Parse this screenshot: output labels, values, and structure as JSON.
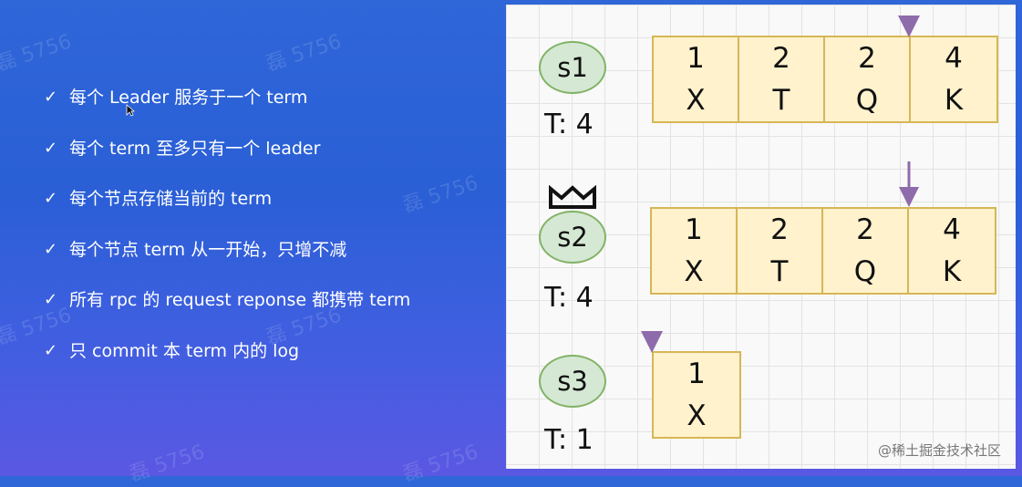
{
  "bullets": [
    "每个 Leader 服务于一个 term",
    "每个 term 至多只有一个 leader",
    "每个节点存储当前的 term",
    "每个节点 term 从一开始，只增不减",
    "所有 rpc 的 request reponse 都携带 term",
    "只 commit 本 term 内的 log"
  ],
  "check_glyph": "✓",
  "watermark": "磊 5756",
  "servers": [
    {
      "name": "s1",
      "term": "T: 4",
      "entries": [
        {
          "term": "1",
          "cmd": "X"
        },
        {
          "term": "2",
          "cmd": "T"
        },
        {
          "term": "2",
          "cmd": "Q"
        },
        {
          "term": "4",
          "cmd": "K"
        }
      ]
    },
    {
      "name": "s2",
      "term": "T: 4",
      "leader": true,
      "entries": [
        {
          "term": "1",
          "cmd": "X"
        },
        {
          "term": "2",
          "cmd": "T"
        },
        {
          "term": "2",
          "cmd": "Q"
        },
        {
          "term": "4",
          "cmd": "K"
        }
      ]
    },
    {
      "name": "s3",
      "term": "T: 1",
      "entries": [
        {
          "term": "1",
          "cmd": "X"
        }
      ]
    }
  ],
  "credit": "@稀土掘金技术社区",
  "colors": {
    "node_fill": "#d5e8d4",
    "node_border": "#82b366",
    "log_fill": "#fff2cc",
    "log_border": "#d6b656",
    "pointer": "#8e6bab"
  }
}
